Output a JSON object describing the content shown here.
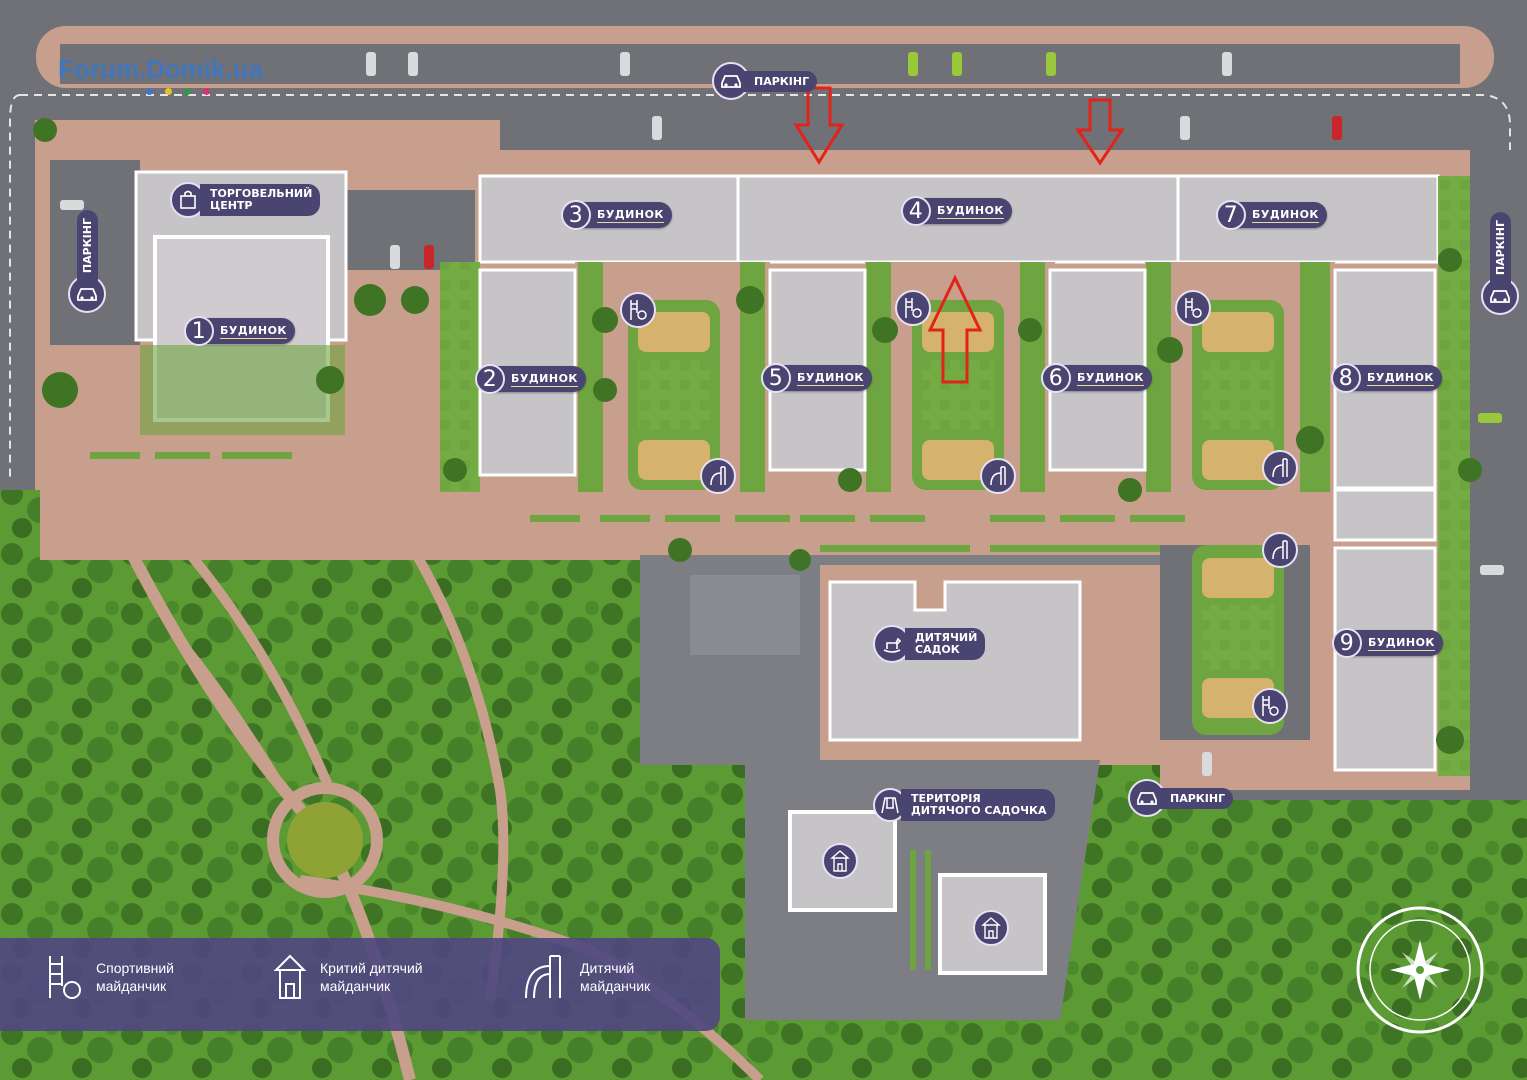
{
  "watermark": "Forum.Domik.ua",
  "buildings": [
    {
      "num": "1",
      "label": "БУДИНОК"
    },
    {
      "num": "2",
      "label": "БУДИНОК"
    },
    {
      "num": "3",
      "label": "БУДИНОК"
    },
    {
      "num": "4",
      "label": "БУДИНОК"
    },
    {
      "num": "5",
      "label": "БУДИНОК"
    },
    {
      "num": "6",
      "label": "БУДИНОК"
    },
    {
      "num": "7",
      "label": "БУДИНОК"
    },
    {
      "num": "8",
      "label": "БУДИНОК"
    },
    {
      "num": "9",
      "label": "БУДИНОК"
    }
  ],
  "mall": {
    "line1": "ТОРГОВЕЛЬНИЙ",
    "line2": "ЦЕНТР"
  },
  "kindergarten": {
    "line1": "ДИТЯЧИЙ",
    "line2": "САДОК"
  },
  "kindergarten_territory": {
    "line1": "ТЕРИТОРІЯ",
    "line2": "ДИТЯЧОГО САДОЧКА"
  },
  "parking": {
    "top": "ПАРКІНГ",
    "left": "ПАРКІНГ",
    "right": "ПАРКІНГ",
    "bottom": "ПАРКІНГ"
  },
  "legend": [
    {
      "icon": "sports-ground-icon",
      "text": "Спортивний\nмайданчик"
    },
    {
      "icon": "covered-playground-icon",
      "text": "Критий дитячий\nмайданчик"
    },
    {
      "icon": "playground-slide-icon",
      "text": "Дитячий\nмайданчик"
    }
  ],
  "colors": {
    "label_bg": "#4a4470",
    "paving": "#c89f8d",
    "lawn": "#6ea540",
    "road": "#6f7177",
    "building": "#c7c4c8",
    "arrow": "#e2231a"
  }
}
